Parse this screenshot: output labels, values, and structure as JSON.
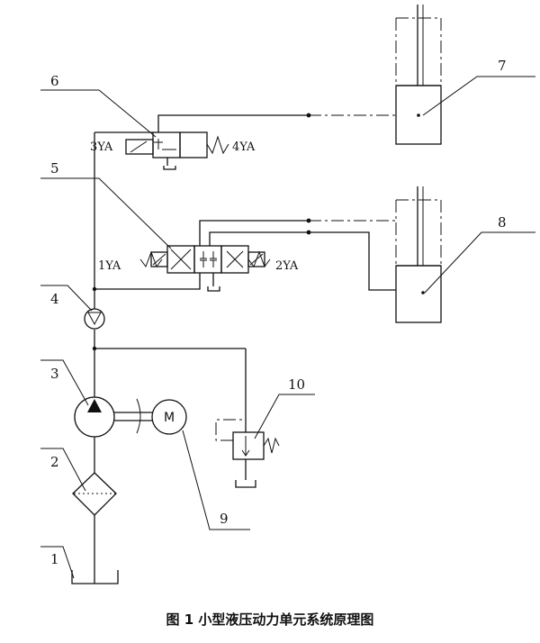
{
  "diagram": {
    "callouts": [
      "1",
      "2",
      "3",
      "4",
      "5",
      "6",
      "7",
      "8",
      "9",
      "10"
    ],
    "coils": {
      "c1": "1YA",
      "c2": "2YA",
      "c3": "3YA",
      "c4": "4YA"
    },
    "motor_symbol": "M",
    "caption": "图 1   小型液压动力单元系统原理图"
  }
}
